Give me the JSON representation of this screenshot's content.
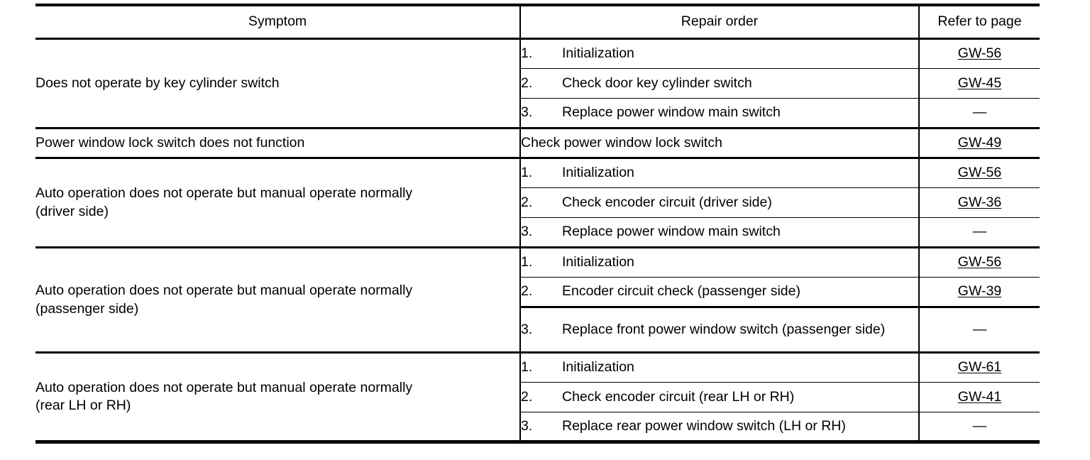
{
  "table": {
    "headers": {
      "symptom": "Symptom",
      "repair_order": "Repair order",
      "refer_to_page": "Refer to page"
    },
    "dash_glyph": "—",
    "groups": [
      {
        "symptom": "Does not operate by key cylinder switch",
        "steps": [
          {
            "num": "1.",
            "text": "Initialization",
            "page": "GW-56",
            "page_is_link": true
          },
          {
            "num": "2.",
            "text": "Check door key cylinder switch",
            "page": "GW-45",
            "page_is_link": true
          },
          {
            "num": "3.",
            "text": "Replace power window main switch",
            "page": "—",
            "page_is_link": false
          }
        ]
      },
      {
        "symptom": "Power window lock switch does not function",
        "steps": [
          {
            "num": "",
            "text": "Check power window lock switch",
            "page": "GW-49",
            "page_is_link": true
          }
        ]
      },
      {
        "symptom": "Auto operation does not operate but manual operate normally (driver side)",
        "symptom_line1": "Auto operation does not operate but manual operate normally",
        "symptom_line2": "(driver side)",
        "steps": [
          {
            "num": "1.",
            "text": "Initialization",
            "page": "GW-56",
            "page_is_link": true
          },
          {
            "num": "2.",
            "text": "Check encoder circuit (driver side)",
            "page": "GW-36",
            "page_is_link": true
          },
          {
            "num": "3.",
            "text": "Replace power window main switch",
            "page": "—",
            "page_is_link": false
          }
        ]
      },
      {
        "symptom": "Auto operation does not operate but manual operate normally (passenger side)",
        "symptom_line1": "Auto operation does not operate but manual operate normally",
        "symptom_line2": "(passenger side)",
        "steps": [
          {
            "num": "1.",
            "text": "Initialization",
            "page": "GW-56",
            "page_is_link": true
          },
          {
            "num": "2.",
            "text": "Encoder circuit check (passenger side)",
            "page": "GW-39",
            "page_is_link": true
          },
          {
            "num": "3.",
            "text": "Replace front power window switch (passenger side)",
            "page": "—",
            "page_is_link": false
          }
        ]
      },
      {
        "symptom": "Auto operation does not operate but manual operate normally (rear LH or RH)",
        "symptom_line1": "Auto operation does not operate but manual operate normally",
        "symptom_line2": "(rear LH or RH)",
        "steps": [
          {
            "num": "1.",
            "text": "Initialization",
            "page": "GW-61",
            "page_is_link": true
          },
          {
            "num": "2.",
            "text": "Check encoder circuit (rear LH or RH)",
            "page": "GW-41",
            "page_is_link": true
          },
          {
            "num": "3.",
            "text": "Replace rear power window switch (LH or RH)",
            "page": "—",
            "page_is_link": false
          }
        ]
      }
    ]
  }
}
